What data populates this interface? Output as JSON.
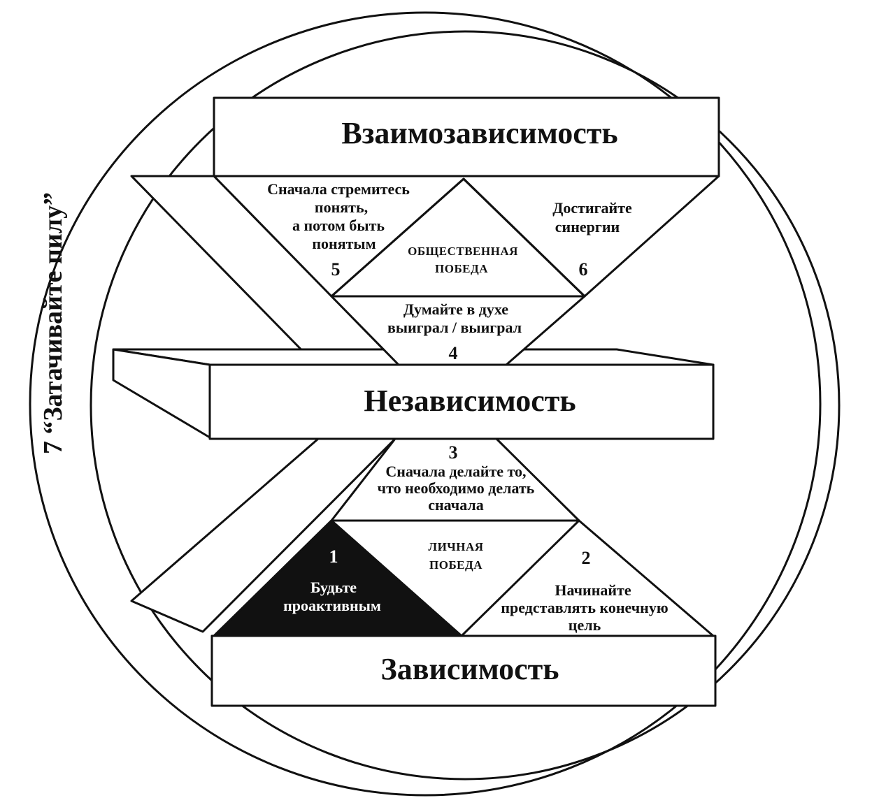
{
  "labels": {
    "interdependence": "Взаимозависимость",
    "independence": "Независимость",
    "dependence": "Зависимость",
    "saw": "7 “Затачивайте пилу”",
    "public_victory": [
      "ОБЩЕСТВЕННАЯ",
      "ПОБЕДА"
    ],
    "private_victory": [
      "ЛИЧНАЯ",
      "ПОБЕДА"
    ]
  },
  "habits": [
    {
      "number": "1",
      "lines": [
        "Будьте",
        "проактивным"
      ]
    },
    {
      "number": "2",
      "lines": [
        "Начинайте",
        "представлять конечную",
        "цель"
      ]
    },
    {
      "number": "3",
      "lines": [
        "Сначала делайте то,",
        "что необходимо делать",
        "сначала"
      ]
    },
    {
      "number": "4",
      "lines": [
        "Думайте в духе",
        "выиграл / выиграл"
      ]
    },
    {
      "number": "5",
      "lines": [
        "Сначала стремитесь",
        "понять,",
        "а потом быть",
        "понятым"
      ]
    },
    {
      "number": "6",
      "lines": [
        "Достигайте",
        "синергии"
      ]
    }
  ],
  "colors": {
    "ink": "#111111",
    "paper": "#ffffff"
  }
}
